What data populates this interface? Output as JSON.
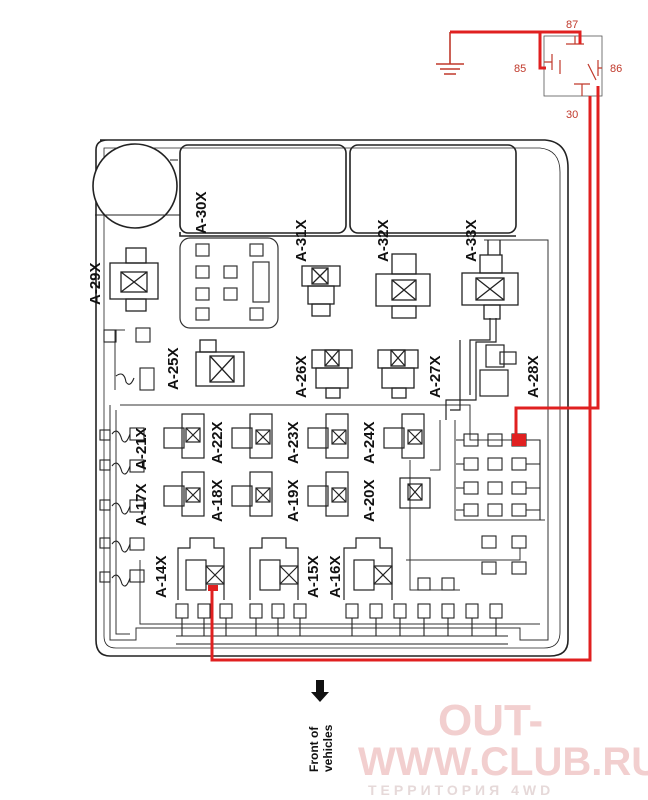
{
  "relay_pins": {
    "p87": "87",
    "p85": "85",
    "p86": "86",
    "p30": "30"
  },
  "labels": {
    "a29": "A-29X",
    "a30": "A-30X",
    "a31": "A-31X",
    "a32": "A-32X",
    "a33": "A-33X",
    "a25": "A-25X",
    "a26": "A-26X",
    "a27": "A-27X",
    "a28": "A-28X",
    "a21": "A-21X",
    "a22": "A-22X",
    "a23": "A-23X",
    "a24": "A-24X",
    "a17": "A-17X",
    "a18": "A-18X",
    "a19": "A-19X",
    "a20": "A-20X",
    "a14": "A-14X",
    "a15": "A-15X",
    "a16": "A-16X"
  },
  "front": {
    "line1": "Front of",
    "line2": "vehicles"
  },
  "watermark": {
    "line1": "OUT-",
    "line2": "WWW.CLUB.RU",
    "line3": "ТЕРРИТОРИЯ 4WD"
  },
  "colors": {
    "wire": "#e02020",
    "outline": "#222222"
  }
}
